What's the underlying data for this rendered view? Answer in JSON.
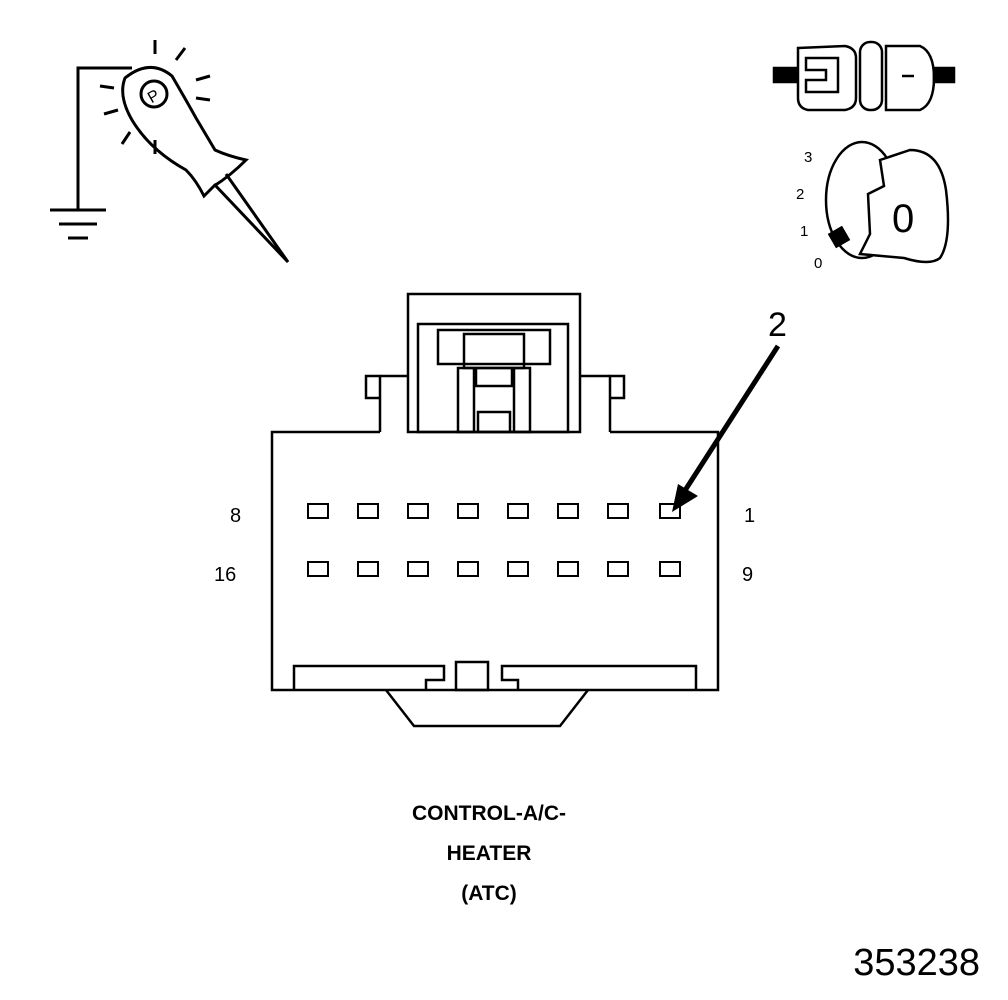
{
  "connector": {
    "pin_labels": {
      "top_left": "8",
      "top_right": "1",
      "bottom_left": "16",
      "bottom_right": "9"
    },
    "callout_number": "2",
    "caption": [
      "CONTROL-A/C-",
      "HEATER",
      "(ATC)"
    ]
  },
  "ignition_switch": {
    "positions": [
      "3",
      "2",
      "1",
      "0"
    ],
    "key_label": "0"
  },
  "figure_number": "353238",
  "icons": [
    "test-light-probe-icon",
    "ground-symbol-icon",
    "disconnected-connector-icon",
    "ignition-key-icon"
  ]
}
